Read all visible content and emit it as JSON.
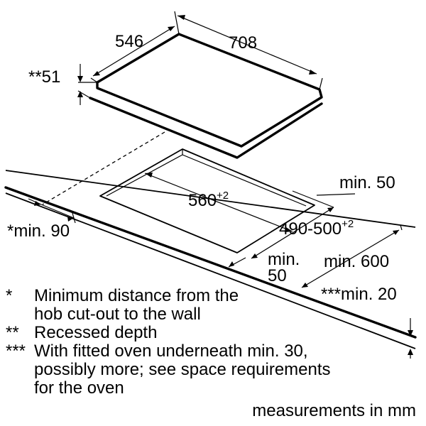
{
  "hob": {
    "width_label": "708",
    "depth_label": "546",
    "recessed_depth_label": "**51"
  },
  "cutout": {
    "width_label": "560",
    "width_tolerance": "+2",
    "depth_label": "490-500",
    "depth_tolerance": "+2",
    "front_gap_label_line1": "min.",
    "front_gap_label_line2": "50"
  },
  "worktop": {
    "rear_gap_label": "min. 50",
    "depth_label": "min. 600",
    "thickness_label": "***min. 20",
    "wall_distance_label": "*min. 90"
  },
  "legend": [
    {
      "mark": "*",
      "lines": [
        "Minimum distance from the",
        "hob cut-out to the wall"
      ]
    },
    {
      "mark": "**",
      "lines": [
        "Recessed depth"
      ]
    },
    {
      "mark": "***",
      "lines": [
        "With fitted oven underneath min. 30,",
        "possibly more; see space requirements",
        "for the oven"
      ]
    }
  ],
  "units_note": "measurements in mm"
}
